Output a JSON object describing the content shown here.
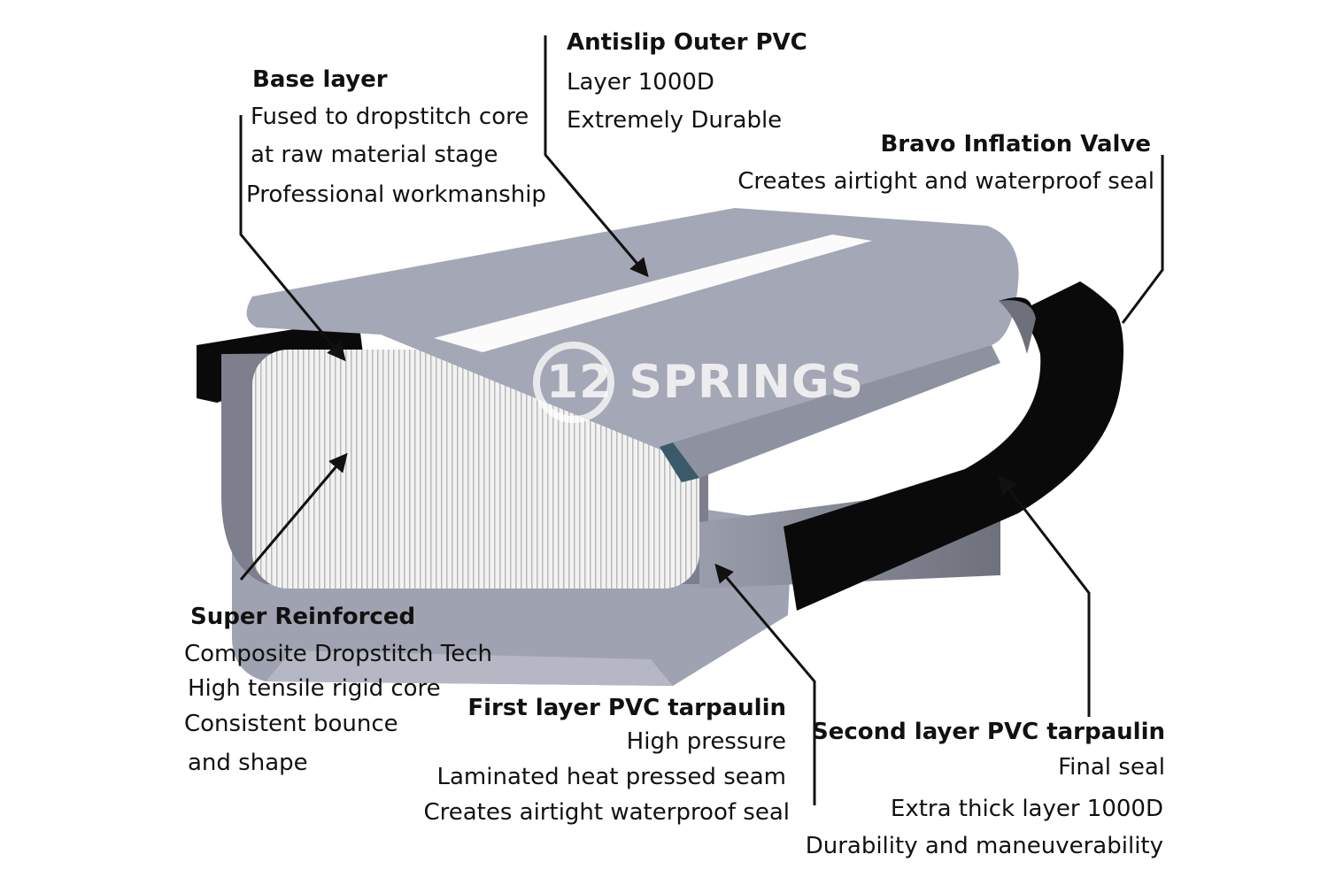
{
  "watermark": "12 SPRINGS",
  "labels": {
    "base_layer": {
      "title": "Base layer",
      "lines": [
        "Fused to dropstitch core",
        "at raw material stage",
        "Professional workmanship"
      ]
    },
    "antislip": {
      "title": "Antislip Outer PVC",
      "lines": [
        "Layer 1000D",
        "Extremely Durable"
      ]
    },
    "valve": {
      "title": "Bravo Inflation Valve",
      "lines": [
        "Creates airtight and waterproof seal"
      ]
    },
    "reinforced": {
      "title": "Super Reinforced",
      "lines": [
        "Composite Dropstitch Tech",
        "High tensile rigid core",
        "Consistent bounce",
        "and shape"
      ]
    },
    "first_layer": {
      "title": "First layer PVC tarpaulin",
      "lines": [
        "High pressure",
        "Laminated heat pressed seam",
        "Creates airtight waterproof seal"
      ]
    },
    "second_layer": {
      "title": "Second layer PVC tarpaulin",
      "lines": [
        "Final seal",
        "Extra thick layer 1000D",
        "Durability and maneuverability"
      ]
    }
  },
  "colors": {
    "pvc_gray": "#a4a7b5",
    "core_white": "#eeeeee",
    "strip_black": "#0a0a0a"
  }
}
